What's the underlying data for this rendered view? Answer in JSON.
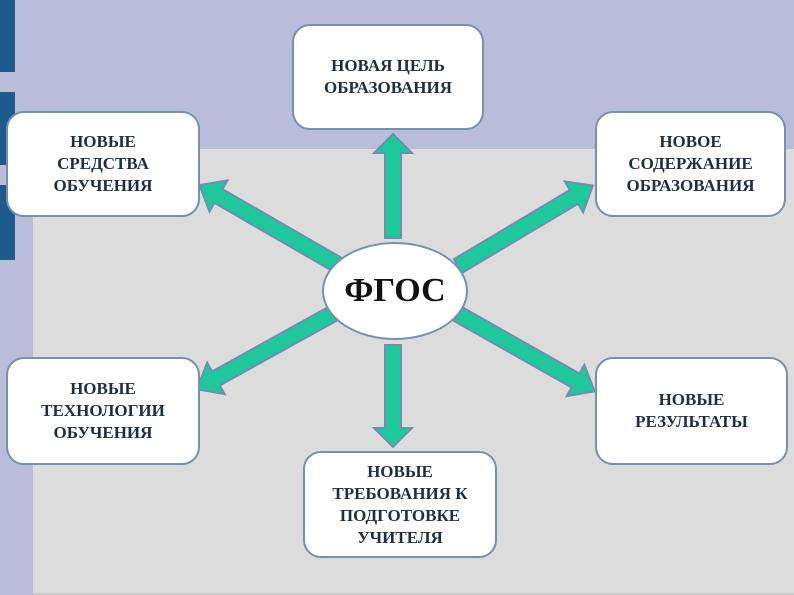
{
  "diagram": {
    "center": {
      "label": "ФГОС"
    },
    "nodes": [
      {
        "id": "top",
        "lines": [
          "НОВАЯ ЦЕЛЬ",
          "ОБРАЗОВАНИЯ"
        ]
      },
      {
        "id": "top-left",
        "lines": [
          "НОВЫЕ",
          "СРЕДСТВА",
          "ОБУЧЕНИЯ"
        ]
      },
      {
        "id": "top-right",
        "lines": [
          "НОВОЕ",
          "СОДЕРЖАНИЕ",
          "ОБРАЗОВАНИЯ"
        ]
      },
      {
        "id": "bottom-left",
        "lines": [
          "НОВЫЕ",
          "ТЕХНОЛОГИИ",
          "ОБУЧЕНИЯ"
        ]
      },
      {
        "id": "bottom-right",
        "lines": [
          "НОВЫЕ",
          "РЕЗУЛЬТАТЫ"
        ]
      },
      {
        "id": "bottom",
        "lines": [
          "НОВЫЕ",
          "ТРЕБОВАНИЯ К",
          "ПОДГОТОВКЕ",
          "УЧИТЕЛЯ"
        ]
      }
    ],
    "colors": {
      "arrow_fill": "#1ec89a",
      "arrow_stroke": "#6f8fae",
      "box_border": "#7590b0",
      "text": "#1f2d48",
      "background_top": "#b9bdd9",
      "background_panel": "#dcdcdc",
      "side_bar": "#1f5a8c"
    }
  }
}
